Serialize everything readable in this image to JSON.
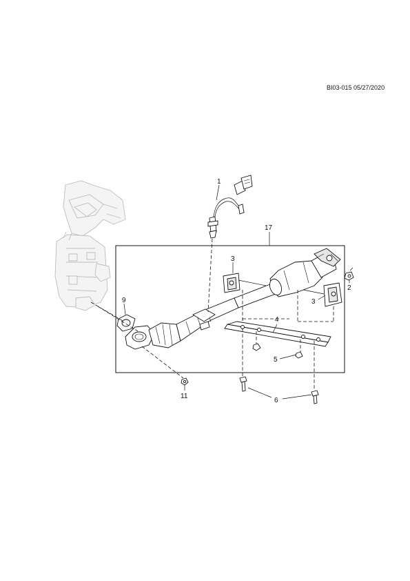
{
  "document_code": "BI03-015 05/27/2020",
  "callouts": {
    "c1": "1",
    "c2": "2",
    "c3a": "3",
    "c3b": "3",
    "c4": "4",
    "c5": "5",
    "c6": "6",
    "c9": "9",
    "c11": "11",
    "c17": "17"
  }
}
